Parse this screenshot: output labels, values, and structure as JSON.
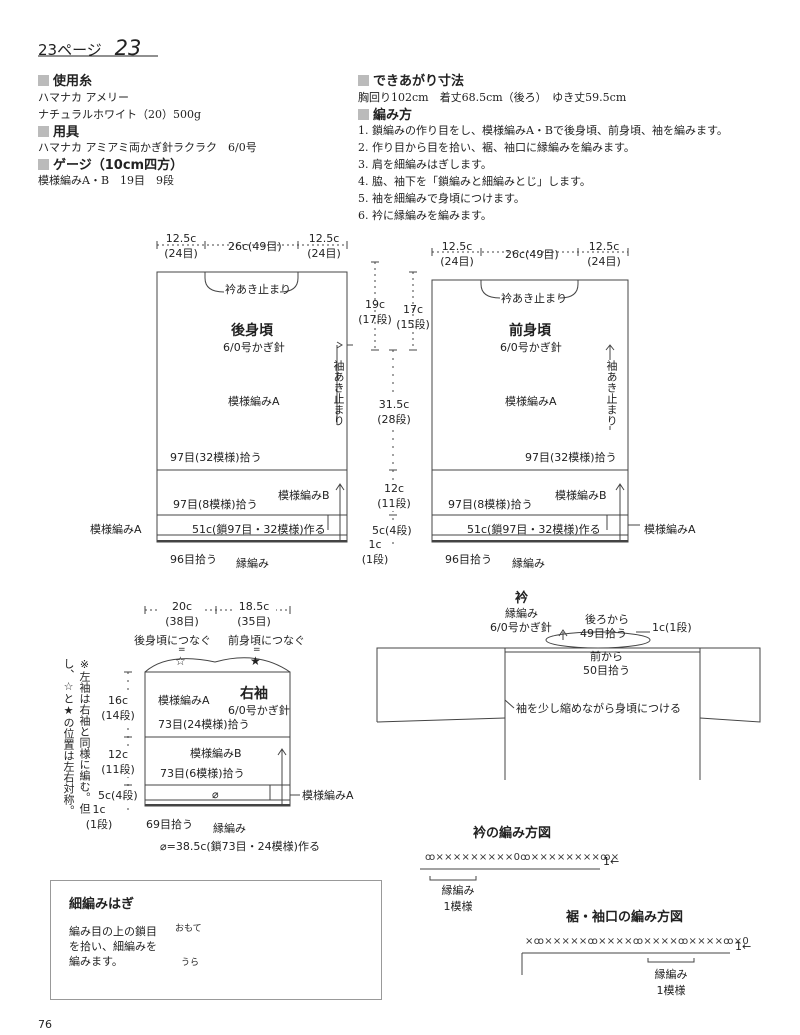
{
  "header": {
    "page_label": "23ページ",
    "page_number": "23"
  },
  "yarn": {
    "title": "使用糸",
    "line1": "ハマナカ アメリー",
    "line2": "ナチュラルホワイト（20）500g"
  },
  "tools": {
    "title": "用具",
    "line1": "ハマナカ アミアミ両かぎ針ラクラク　6/0号"
  },
  "gauge": {
    "title": "ゲージ（10cm四方）",
    "line1": "模様編みA・B　19目　9段"
  },
  "finished": {
    "title": "できあがり寸法",
    "line1": "胸回り102cm　着丈68.5cm（後ろ）　ゆき丈59.5cm"
  },
  "method": {
    "title": "編み方",
    "steps": [
      "1. 鎖編みの作り目をし、模様編みA・Bで後身頃、前身頃、袖を編みます。",
      "2. 作り目から目を拾い、裾、袖口に縁編みを編みます。",
      "3. 肩を細編みはぎします。",
      "4. 脇、袖下を「鎖編みと細編みとじ」します。",
      "5. 袖を細編みで身頃につけます。",
      "6. 衿に縁編みを編みます。"
    ]
  },
  "back": {
    "top_left": "12.5c",
    "top_left_rows": "(24目)",
    "top_mid": "26c(49目)",
    "top_right": "12.5c",
    "top_right_rows": "(24目)",
    "neck": "衿あき止まり",
    "title": "後身頃",
    "hook": "6/0号かぎ針",
    "pattern_a": "模様編みA",
    "pick1": "97目(32模様)拾う",
    "pick2": "97目(8模様)拾う",
    "pattern_b": "模様編みB",
    "left_label": "模様編みA",
    "chain": "51c(鎖97目・32模様)作る",
    "pick3": "96目拾う",
    "edge": "縁編み",
    "side": "袖あき止まり"
  },
  "mid_dims": {
    "d1": "19c",
    "d1r": "(17段)",
    "d2": "17c",
    "d2r": "(15段)",
    "d3": "31.5c",
    "d3r": "(28段)",
    "d4": "12c",
    "d4r": "(11段)",
    "d5": "5c(4段)",
    "d6": "1c",
    "d6r": "(1段)"
  },
  "front": {
    "top_left": "12.5c",
    "top_left_rows": "(24目)",
    "top_mid": "26c(49目)",
    "top_right": "12.5c",
    "top_right_rows": "(24目)",
    "neck": "衿あき止まり",
    "title": "前身頃",
    "hook": "6/0号かぎ針",
    "pattern_a": "模様編みA",
    "pick1": "97目(32模様)拾う",
    "pick2": "97目(8模様)拾う",
    "pattern_b": "模様編みB",
    "right_label": "模様編みA",
    "chain": "51c(鎖97目・32模様)作る",
    "pick3": "96目拾う",
    "edge": "縁編み",
    "side": "袖あき止まり"
  },
  "sleeve": {
    "top_left": "20c",
    "top_left_rows": "(38目)",
    "top_right": "18.5c",
    "top_right_rows": "(35目)",
    "join_back": "後身頃につなぐ",
    "join_front": "前身頃につなぐ",
    "eq": "=",
    "star_open": "☆",
    "star_filled": "★",
    "d1": "16c",
    "d1r": "(14段)",
    "d2": "12c",
    "d2r": "(11段)",
    "d3": "5c(4段)",
    "d4": "1c",
    "d4r": "(1段)",
    "pattern_a": "模様編みA",
    "title": "右袖",
    "hook": "6/0号かぎ針",
    "pick1": "73目(24模様)拾う",
    "pattern_b": "模様編みB",
    "pick2": "73目(6模様)拾う",
    "phi": "⌀",
    "right_label": "模様編みA",
    "pick3": "69目拾う",
    "edge": "縁編み",
    "chain": "⌀=38.5c(鎖73目・24模様)作る",
    "note": "※左袖は右袖と同様に編む。但し、☆と★の位置は左右対称。"
  },
  "collar": {
    "title": "衿",
    "edge": "縁編み",
    "hook": "6/0号かぎ針",
    "from_back": "後ろから",
    "back_pick": "49目拾う",
    "from_front": "前から",
    "front_pick": "50目拾う",
    "rows": "1c(1段)",
    "attach": "袖を少し縮めながら身頃につける"
  },
  "collar_chart": {
    "title": "衿の編み方図",
    "marker": "1←",
    "edge": "縁編み",
    "repeat": "1模様"
  },
  "hem_chart": {
    "title": "裾・袖口の編み方図",
    "marker": "1←",
    "edge": "縁編み",
    "repeat": "1模様"
  },
  "seam_box": {
    "title": "細編みはぎ",
    "text1": "編み目の上の鎖目",
    "text2": "を拾い、細編みを",
    "text3": "編みます。",
    "label_front": "おもて",
    "label_back": "うら"
  },
  "footer": {
    "page": "76"
  }
}
